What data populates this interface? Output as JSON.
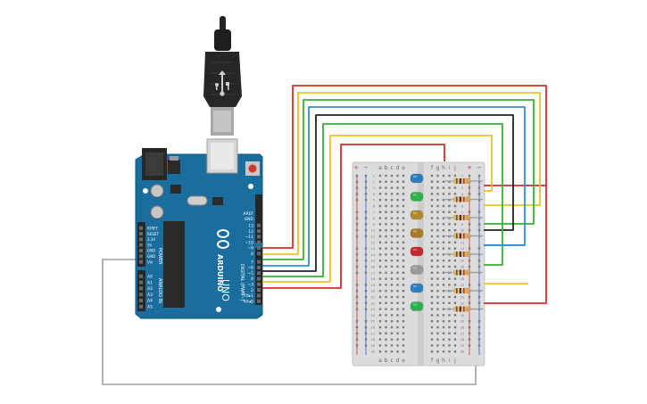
{
  "board": {
    "brand": "ARDUINO",
    "model": "UNO",
    "power_header_label": "POWER",
    "analog_header_label": "ANALOG IN",
    "digital_header_label": "DIGITAL (PWM~)",
    "aref_label": "AREF",
    "gnd_label": "GND",
    "power_pins": [
      "IOREF",
      "RESET",
      "3.3V",
      "5V",
      "GND",
      "GND",
      "Vin"
    ],
    "analog_pins": [
      "A0",
      "A1",
      "A2",
      "A3",
      "A4",
      "A5"
    ],
    "digital_pins": [
      "13",
      "12",
      "~11",
      "~10",
      "~9",
      "8",
      "7",
      "~6",
      "~5",
      "4",
      "~3",
      "2",
      "TX▸1",
      "RX◂0"
    ]
  },
  "breadboard": {
    "columns_left": [
      "a",
      "b",
      "c",
      "d",
      "e"
    ],
    "columns_right": [
      "f",
      "g",
      "h",
      "i",
      "j"
    ],
    "row_count": 30,
    "rail_plus": "+",
    "rail_minus": "−"
  },
  "leds": [
    {
      "color": "#2e7fc2"
    },
    {
      "color": "#2bb24c"
    },
    {
      "color": "#b08a2c"
    },
    {
      "color": "#a77a2a"
    },
    {
      "color": "#c22a2a"
    },
    {
      "color": "#9a9a9a"
    },
    {
      "color": "#2e7fc2"
    },
    {
      "color": "#2bb24c"
    }
  ],
  "wire_colors": {
    "red": "#d42d2d",
    "yellow": "#eec322",
    "green": "#35b234",
    "blue": "#2f8fd8",
    "black": "#222222",
    "gray": "#9a9a9a"
  }
}
